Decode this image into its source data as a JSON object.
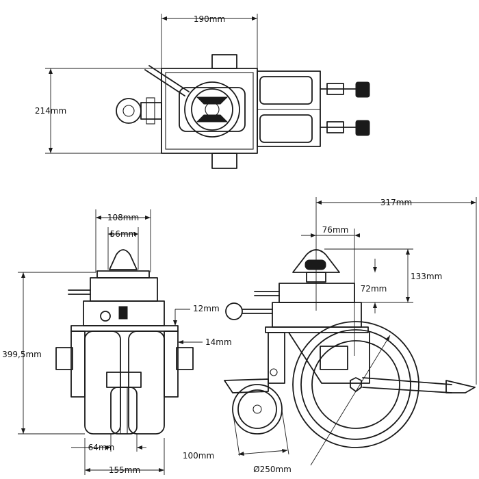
{
  "top_view": {
    "width_dim": "190mm",
    "height_dim": "214mm"
  },
  "front_view": {
    "top_width_dim": "108mm",
    "inner_width_dim": "56mm",
    "side_offset_dim": "12mm",
    "plate_dim": "14mm",
    "height_dim": "399,5mm",
    "wheel_width_dim": "64mm",
    "base_width_dim": "155mm"
  },
  "side_view": {
    "length_dim": "317mm",
    "offset_dim": "76mm",
    "top_height_dim": "133mm",
    "knob_height_dim": "72mm",
    "small_wheel_dim": "100mm",
    "wheel_diameter_dim": "Ø250mm"
  }
}
